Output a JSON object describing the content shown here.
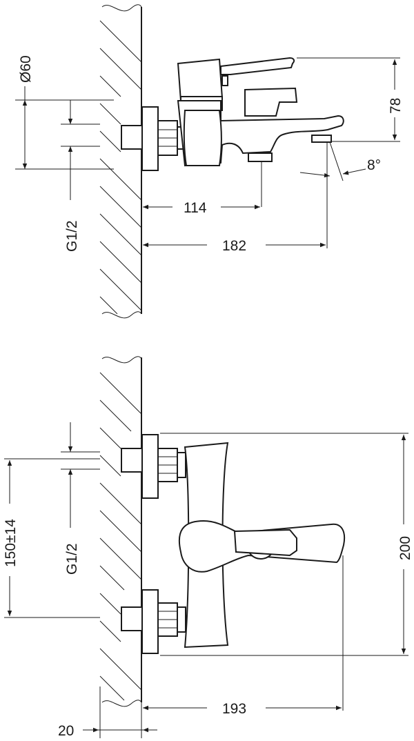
{
  "side_view": {
    "diameter_label": "Ø60",
    "thread_label": "G1/2",
    "height_label": "78",
    "spout_outlet_label": "114",
    "total_projection_label": "182",
    "angle_label": "8°"
  },
  "front_view": {
    "center_distance_label": "150±14",
    "thread_label": "G1/2",
    "height_label": "200",
    "projection_label": "193",
    "wall_offset_label": "20"
  }
}
